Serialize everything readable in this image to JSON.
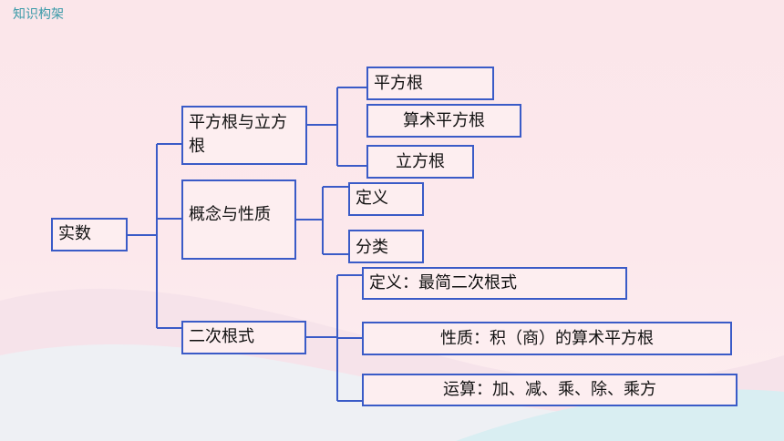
{
  "header": "知识构架",
  "root": "实数",
  "branches": [
    {
      "label": "平方根与立方根",
      "children": [
        "平方根",
        "算术平方根",
        "立方根"
      ]
    },
    {
      "label": "概念与性质",
      "children": [
        "定义",
        "分类"
      ]
    },
    {
      "label": "二次根式",
      "children": [
        "定义：最简二次根式",
        "性质：积（商）的算术平方根",
        "运算：加、减、乘、除、乘方"
      ]
    }
  ],
  "colors": {
    "border": "#3a5bc7",
    "header": "#3a9aa8",
    "background": "#fce8ec"
  }
}
